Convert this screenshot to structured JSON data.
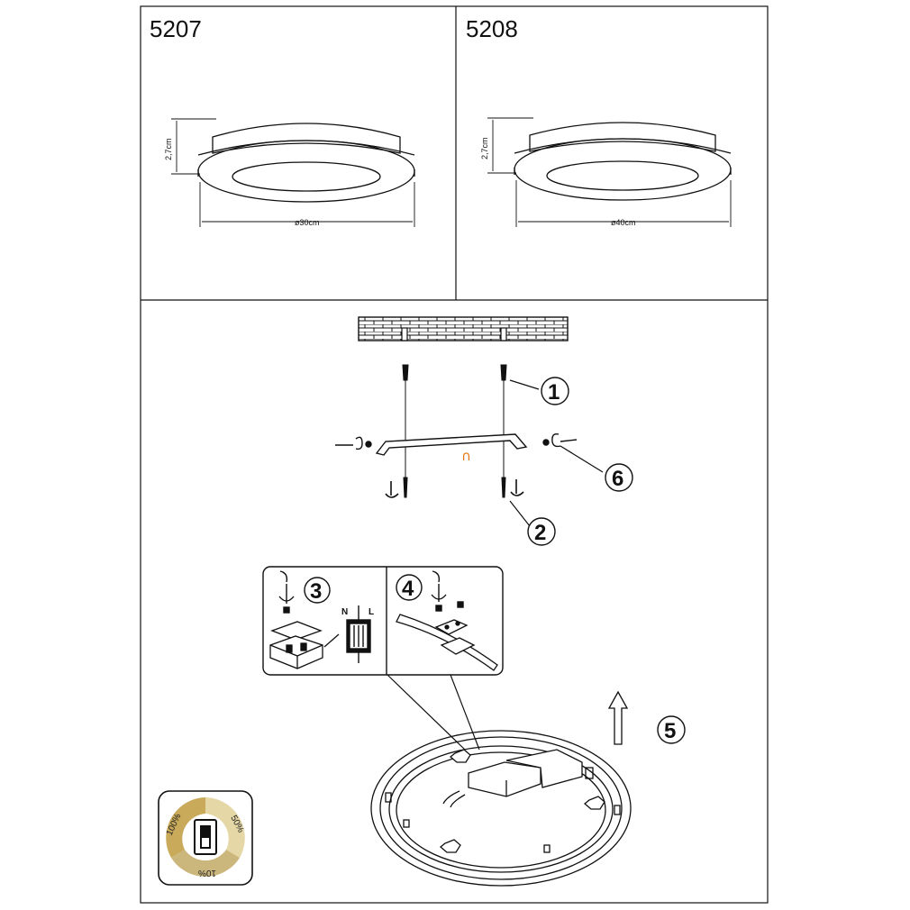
{
  "models": [
    {
      "code": "5207",
      "height_label": "2,7cm",
      "diameter_label": "ø30cm"
    },
    {
      "code": "5208",
      "height_label": "2,7cm",
      "diameter_label": "ø40cm"
    }
  ],
  "steps": [
    "1",
    "2",
    "3",
    "4",
    "5",
    "6"
  ],
  "wiring_terminals": {
    "n": "N",
    "l": "L"
  },
  "orange_mark": "∩",
  "dimmer": {
    "levels": [
      "100%",
      "50%",
      "10%"
    ]
  },
  "colors": {
    "line": "#111111",
    "gold": "#c9aa5a",
    "gold_light": "#e6d7a7",
    "accent": "#e8740c"
  }
}
